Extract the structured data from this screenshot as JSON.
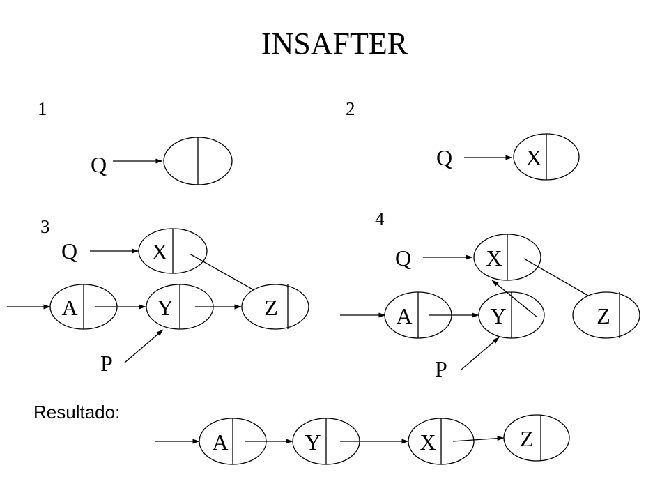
{
  "title": "INSAFTER",
  "steps": {
    "step1": {
      "number": "1",
      "pointer_q": "Q"
    },
    "step2": {
      "number": "2",
      "pointer_q": "Q",
      "node_x": "X"
    },
    "step3": {
      "number": "3",
      "pointer_q": "Q",
      "pointer_p": "P",
      "node_x": "X",
      "node_a": "A",
      "node_y": "Y",
      "node_z": "Z"
    },
    "step4": {
      "number": "4",
      "pointer_q": "Q",
      "pointer_p": "P",
      "node_x": "X",
      "node_a": "A",
      "node_y": "Y",
      "node_z": "Z"
    }
  },
  "result": {
    "caption": "Resultado:",
    "node_a": "A",
    "node_y": "Y",
    "node_x": "X",
    "node_z": "Z"
  }
}
